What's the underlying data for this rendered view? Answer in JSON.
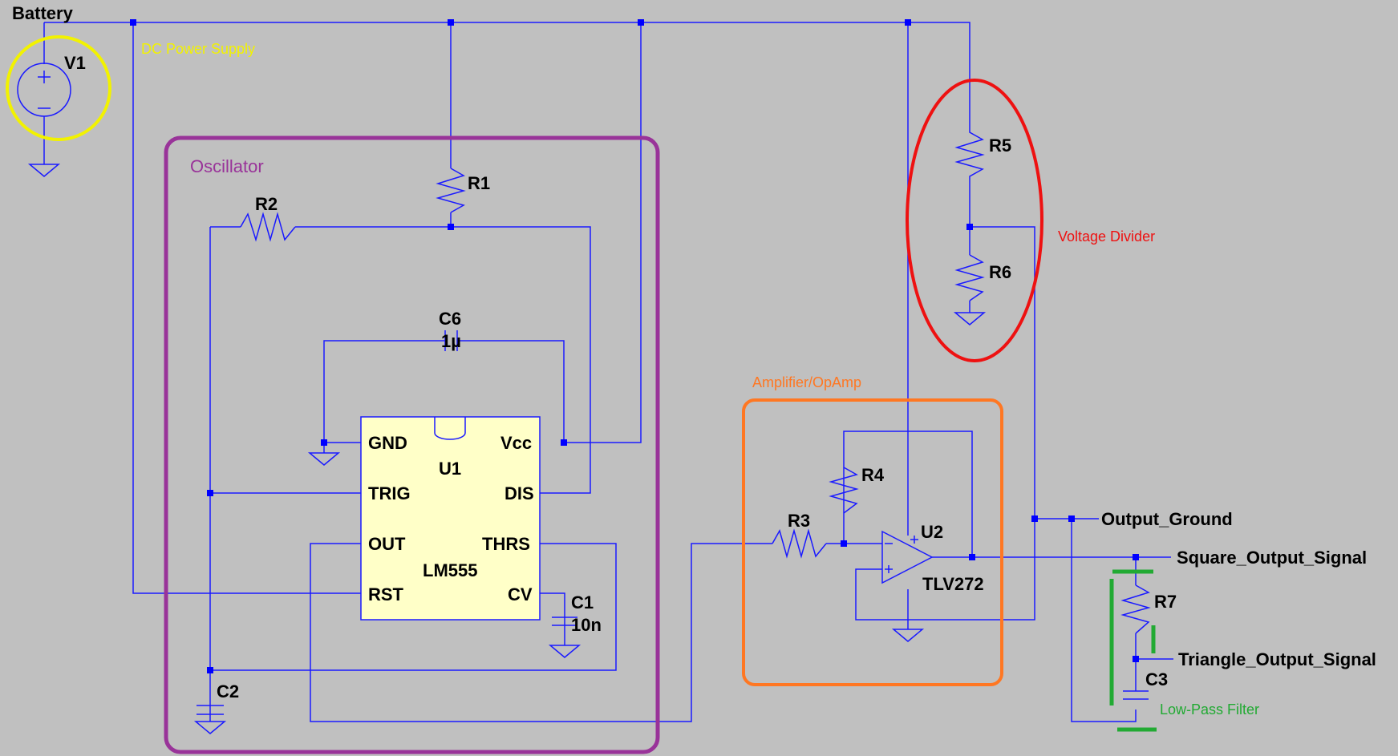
{
  "labels": {
    "battery": "Battery",
    "v1": "V1",
    "r1": "R1",
    "r2": "R2",
    "r3": "R3",
    "r4": "R4",
    "r5": "R5",
    "r6": "R6",
    "r7": "R7",
    "c1": "C1",
    "c1_value": "10n",
    "c2": "C2",
    "c3": "C3",
    "c6": "C6",
    "c6_value": "1µ",
    "u1": "U1",
    "u1_part": "LM555",
    "u2": "U2",
    "u2_part": "TLV272",
    "pin_gnd": "GND",
    "pin_vcc": "Vcc",
    "pin_trig": "TRIG",
    "pin_dis": "DIS",
    "pin_out": "OUT",
    "pin_thrs": "THRS",
    "pin_rst": "RST",
    "pin_cv": "CV",
    "plus": "+",
    "minus": "−",
    "output_ground": "Output_Ground",
    "square_output": "Square_Output_Signal",
    "triangle_output": "Triangle_Output_Signal"
  },
  "annotations": {
    "dc_power_supply": "DC Power Supply",
    "oscillator": "Oscillator",
    "voltage_divider": "Voltage Divider",
    "amplifier": "Amplifier/OpAmp",
    "low_pass_filter": "Low-Pass Filter"
  },
  "colors": {
    "background": "#c0c0c0",
    "wire": "#1a1aff",
    "node": "#0000ff",
    "ic_fill": "#ffffc8",
    "dc_power_supply": "#f2f200",
    "oscillator": "#993399",
    "voltage_divider": "#ee1111",
    "amplifier": "#ff7722",
    "low_pass_filter": "#22aa33"
  }
}
